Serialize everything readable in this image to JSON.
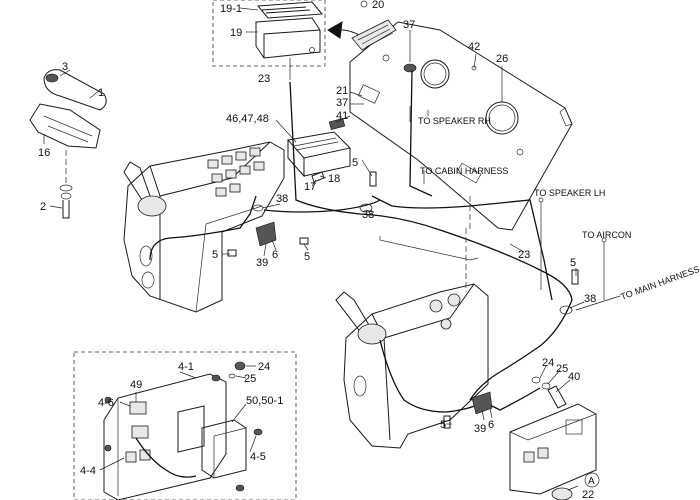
{
  "diagram": {
    "callouts": {
      "c20": "20",
      "c19_1": "19-1",
      "c19": "19",
      "c37a": "37",
      "c42": "42",
      "c26": "26",
      "c3": "3",
      "c1": "1",
      "c16": "16",
      "c2": "2",
      "c23a": "23",
      "c21": "21",
      "c37b": "37",
      "c41": "41",
      "c46": "46,47,48",
      "c5a": "5",
      "c17": "17",
      "c18": "18",
      "c38a": "38",
      "c38b": "38",
      "c5b": "5",
      "c39a": "39",
      "c6a": "6",
      "c5c": "5",
      "c23b": "23",
      "c5d": "5",
      "c38c": "38",
      "c4_1": "4-1",
      "c24a": "24",
      "c25a": "25",
      "c49": "49",
      "c4_6": "4-6",
      "c50": "50,50-1",
      "c4_5": "4-5",
      "c4_4": "4-4",
      "c24b": "24",
      "c25b": "25",
      "c40": "40",
      "c5e": "5",
      "c39b": "39",
      "c6b": "6",
      "cA": "A",
      "c22": "22"
    },
    "notes": {
      "speaker_rh": "TO SPEAKER RH",
      "cabin_harness": "TO CABIN HARNESS",
      "speaker_lh": "TO SPEAKER LH",
      "aircon": "TO AIRCON",
      "main_harness": "TO MAIN HARNESS"
    }
  }
}
